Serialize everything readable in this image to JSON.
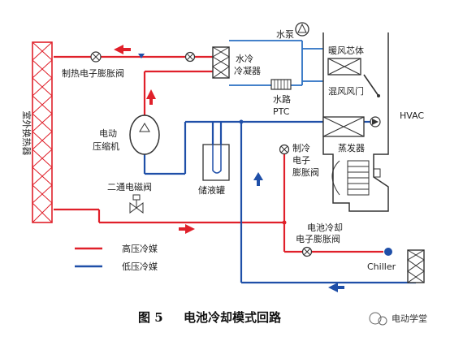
{
  "labels": {
    "outdoor_hx": "室外换热器",
    "heat_exv": "制热电子膨胀阀",
    "water_cooled_condenser_1": "水冷",
    "water_cooled_condenser_2": "冷凝器",
    "water_pump": "水泵",
    "heater_core": "暖风芯体",
    "blend_door": "混风风门",
    "water_ptc_1": "水路",
    "water_ptc_2": "PTC",
    "hvac": "HVAC",
    "compressor_1": "电动",
    "compressor_2": "压缩机",
    "cooling_exv_1": "制冷",
    "cooling_exv_2": "电子",
    "cooling_exv_3": "膨胀阀",
    "evaporator": "蒸发器",
    "two_way_valve": "二通电磁阀",
    "accumulator": "储液罐",
    "battery_exv_1": "电池冷却",
    "battery_exv_2": "电子膨胀阀",
    "chiller": "Chiller"
  },
  "legend": {
    "high_pressure": "高压冷媒",
    "low_pressure": "低压冷媒"
  },
  "caption": {
    "figure_no": "图 5",
    "title": "电池冷却模式回路"
  },
  "watermark": "电动学堂",
  "colors": {
    "high_pressure": "#e0202a",
    "low_pressure": "#1f4fa8",
    "water": "#2a6fc2",
    "component_border": "#333333"
  }
}
